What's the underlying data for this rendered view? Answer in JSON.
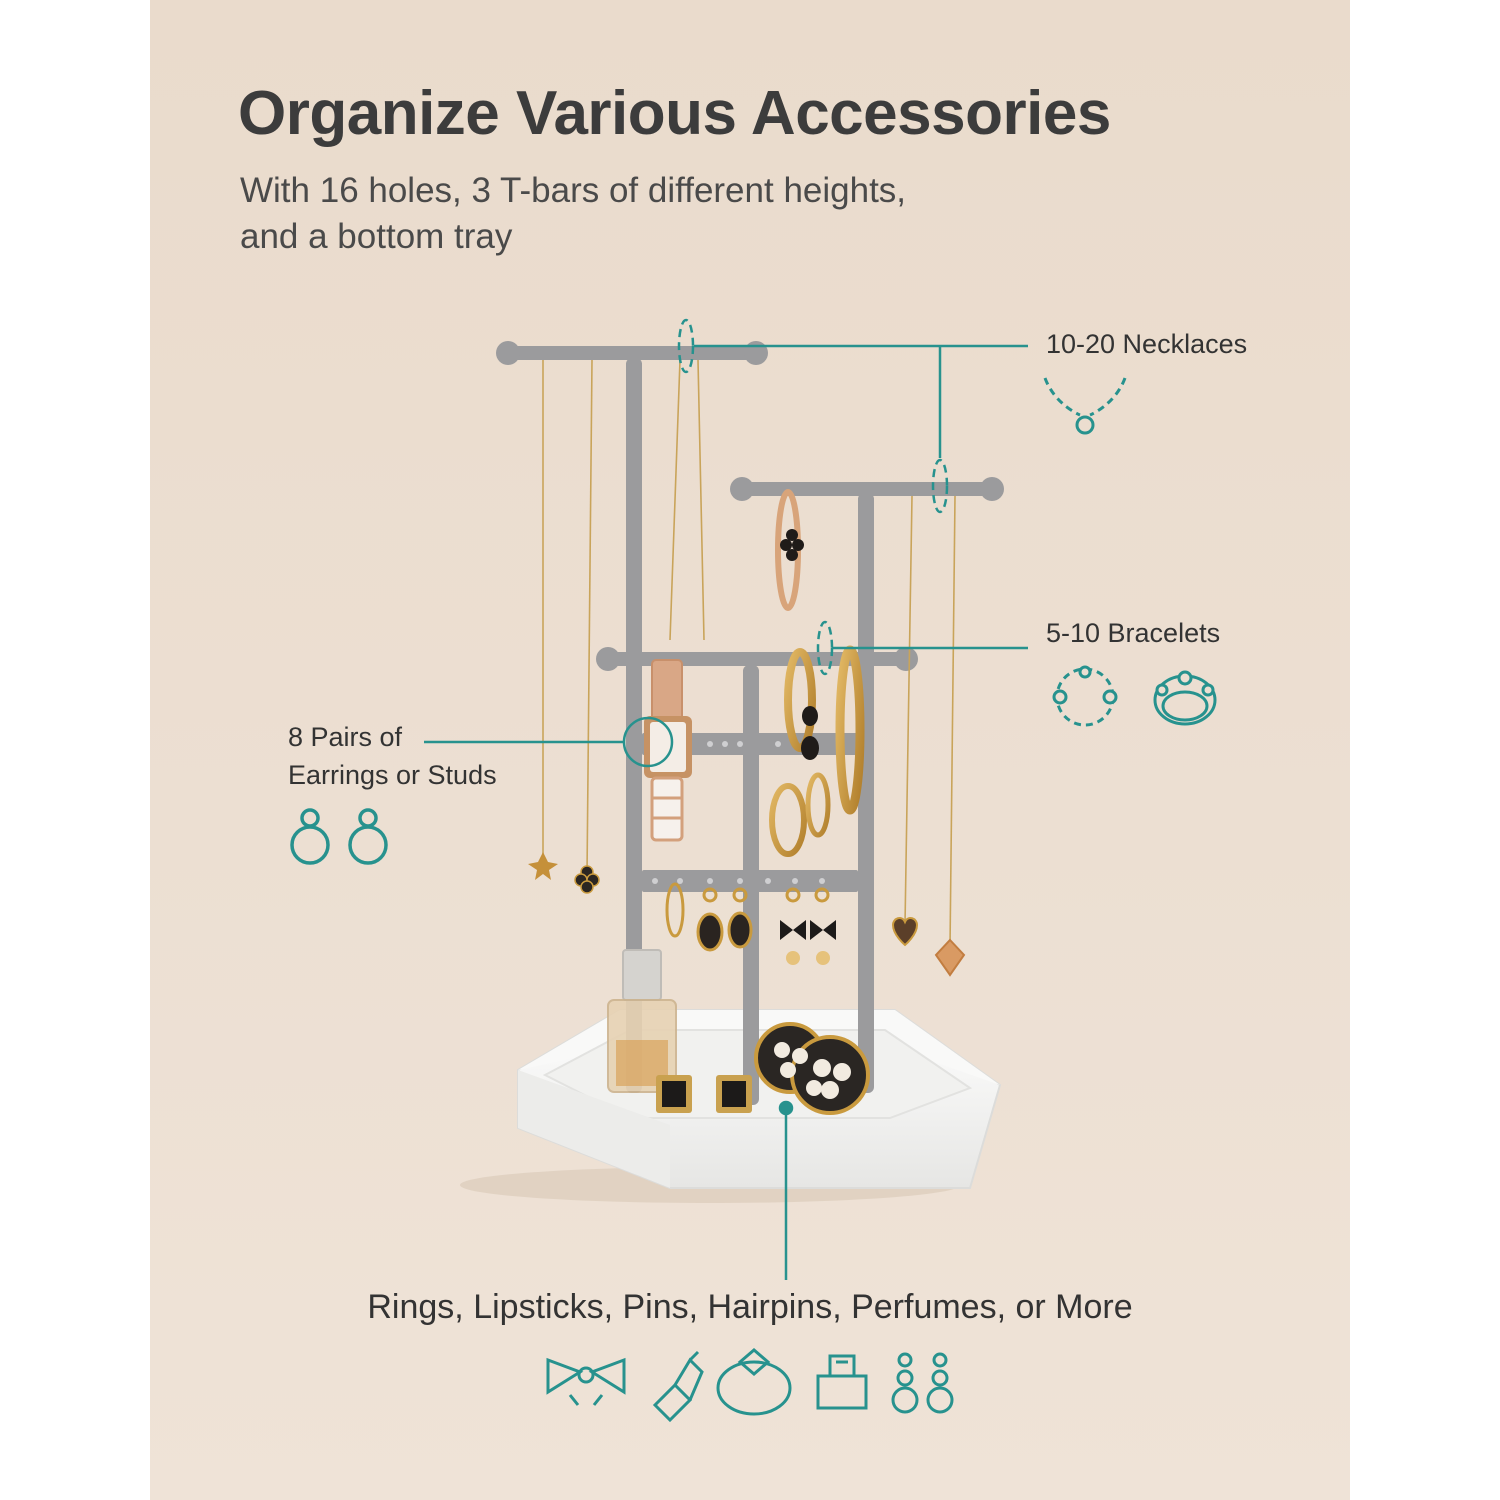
{
  "headline": {
    "title": "Organize Various Accessories",
    "subtitle_line1": "With 16 holes, 3 T-bars of different heights,",
    "subtitle_line2": "and a bottom tray"
  },
  "callouts": {
    "necklaces": "10-20 Necklaces",
    "bracelets": "5-10 Bracelets",
    "earrings_line1": "8 Pairs of",
    "earrings_line2": "Earrings or Studs",
    "tray": "Rings, Lipsticks, Pins, Hairpins, Perfumes, or More"
  },
  "icons": {
    "necklaces": [
      "necklace-icon"
    ],
    "bracelets": [
      "bracelet-icon",
      "bangle-icon"
    ],
    "earrings": [
      "earring-icon",
      "earring-icon"
    ],
    "tray": [
      "bow-hairpin-icon",
      "lipstick-icon",
      "ring-icon",
      "perfume-icon",
      "drop-earring-icon"
    ]
  },
  "colors": {
    "accent": "#27928e",
    "background": "#ebdccd",
    "stand": "#9a9a9c",
    "tray": "#f6f6f4",
    "text": "#3c3c3c",
    "gold": "#c99a3e"
  }
}
